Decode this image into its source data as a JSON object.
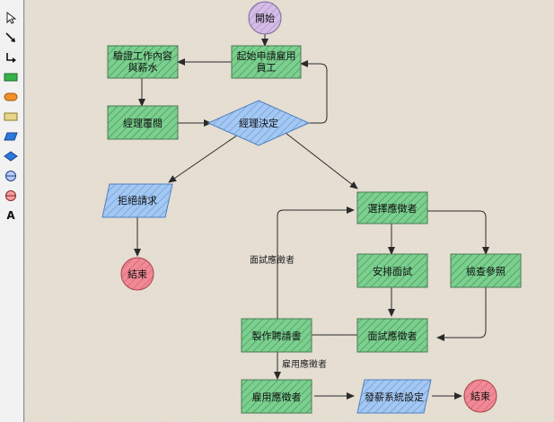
{
  "toolbar": {
    "tools": [
      {
        "name": "pointer-tool-icon"
      },
      {
        "name": "line-tool-icon"
      },
      {
        "name": "connector-tool-icon"
      },
      {
        "name": "process-shape-icon"
      },
      {
        "name": "terminator-shape-icon"
      },
      {
        "name": "document-shape-icon"
      },
      {
        "name": "data-shape-icon"
      },
      {
        "name": "decision-shape-icon"
      },
      {
        "name": "start-circle-icon"
      },
      {
        "name": "end-circle-icon"
      },
      {
        "name": "text-tool-icon",
        "label": "A"
      }
    ]
  },
  "nodes": {
    "start": "開始",
    "begin_hiring": "起始申請雇用員工",
    "verify_job": "驗證工作內容與薪水",
    "manager_review": "經理覆閱",
    "manager_decision": "經理決定",
    "reject": "拒絕請求",
    "end_left": "結束",
    "select_candidates": "選擇應徵者",
    "arrange_interview": "安排面試",
    "check_references": "檢查參照",
    "interview_candidates": "面試應徵者",
    "make_offer": "製作聘請書",
    "hire_candidate": "雇用應徵者",
    "payroll_setup": "發薪系統設定",
    "end_right": "結束"
  },
  "edge_labels": {
    "interview_back": "面試應徵者",
    "hire": "雇用應徵者"
  },
  "colors": {
    "canvas": "#ece5d9",
    "process_fill": "#7ccf8f",
    "process_hatch": "#3f9a59",
    "decision_fill": "#a4c8f2",
    "data_fill": "#9cc1ef",
    "start_fill": "#d4bce6",
    "end_fill": "#ef8a96",
    "edge": "#2a2a2a"
  }
}
